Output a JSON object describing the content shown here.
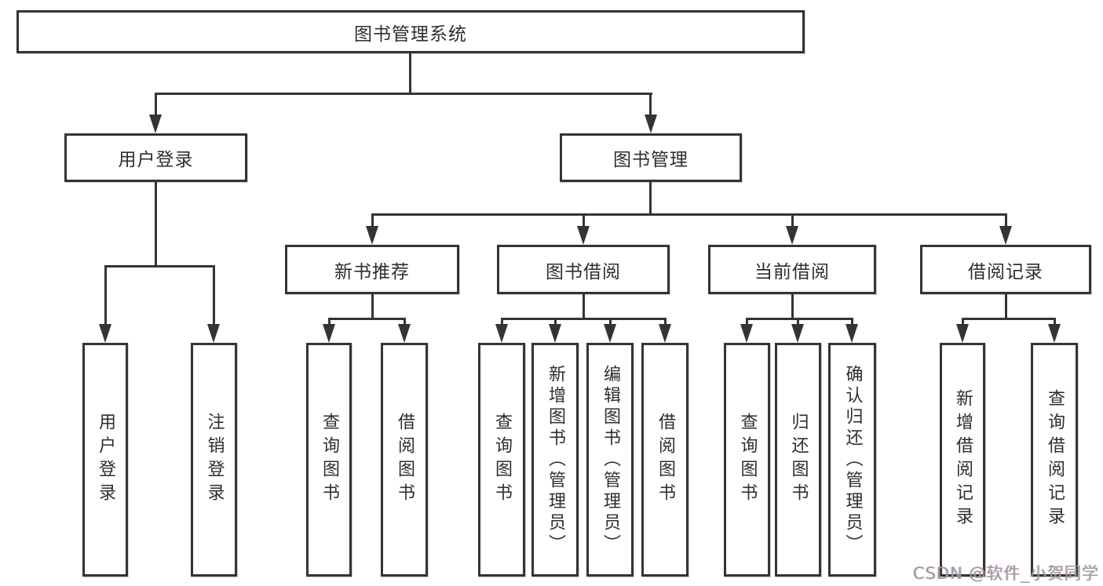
{
  "colors": {
    "line": "#343434",
    "text": "#2e2e2e",
    "watermark": "#9b9b9b",
    "background": "#ffffff"
  },
  "tree": {
    "label": "图书管理系统",
    "children": [
      {
        "label": "用户登录",
        "children": [
          {
            "label": "用户登录"
          },
          {
            "label": "注销登录"
          }
        ]
      },
      {
        "label": "图书管理",
        "children": [
          {
            "label": "新书推荐",
            "children": [
              {
                "label": "查询图书"
              },
              {
                "label": "借阅图书"
              }
            ]
          },
          {
            "label": "图书借阅",
            "children": [
              {
                "label": "查询图书"
              },
              {
                "label": "新增图书（管理员）"
              },
              {
                "label": "编辑图书（管理员）"
              },
              {
                "label": "借阅图书"
              }
            ]
          },
          {
            "label": "当前借阅",
            "children": [
              {
                "label": "查询图书"
              },
              {
                "label": "归还图书"
              },
              {
                "label": "确认归还（管理员）"
              }
            ]
          },
          {
            "label": "借阅记录",
            "children": [
              {
                "label": "新增借阅记录"
              },
              {
                "label": "查询借阅记录"
              }
            ]
          }
        ]
      }
    ]
  },
  "watermark": {
    "text": "CSDN @软件_小贺同学"
  }
}
